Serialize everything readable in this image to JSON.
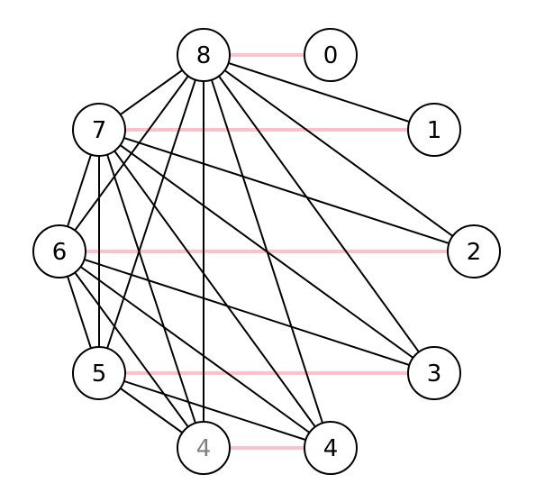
{
  "colors": {
    "black_edge": "#000000",
    "pink_edge": "#ffc0cb",
    "node_fill": "#ffffff",
    "node_stroke": "#000000",
    "label_default": "#000000",
    "label_muted": "#808080"
  },
  "nodes": [
    {
      "id": "n8",
      "label": "8",
      "muted": false
    },
    {
      "id": "n0",
      "label": "0",
      "muted": false
    },
    {
      "id": "n7",
      "label": "7",
      "muted": false
    },
    {
      "id": "n1",
      "label": "1",
      "muted": false
    },
    {
      "id": "n6",
      "label": "6",
      "muted": false
    },
    {
      "id": "n2",
      "label": "2",
      "muted": false
    },
    {
      "id": "n5",
      "label": "5",
      "muted": false
    },
    {
      "id": "n3",
      "label": "3",
      "muted": false
    },
    {
      "id": "n4a",
      "label": "4",
      "muted": true
    },
    {
      "id": "n4b",
      "label": "4",
      "muted": false
    }
  ],
  "edges": [
    {
      "from": "n8",
      "to": "n0",
      "color": "pink"
    },
    {
      "from": "n7",
      "to": "n1",
      "color": "pink"
    },
    {
      "from": "n6",
      "to": "n2",
      "color": "pink"
    },
    {
      "from": "n5",
      "to": "n3",
      "color": "pink"
    },
    {
      "from": "n4a",
      "to": "n4b",
      "color": "pink"
    },
    {
      "from": "n8",
      "to": "n7",
      "color": "black"
    },
    {
      "from": "n8",
      "to": "n6",
      "color": "black"
    },
    {
      "from": "n8",
      "to": "n5",
      "color": "black"
    },
    {
      "from": "n8",
      "to": "n4a",
      "color": "black"
    },
    {
      "from": "n8",
      "to": "n4b",
      "color": "black"
    },
    {
      "from": "n8",
      "to": "n3",
      "color": "black"
    },
    {
      "from": "n8",
      "to": "n2",
      "color": "black"
    },
    {
      "from": "n8",
      "to": "n1",
      "color": "black"
    },
    {
      "from": "n7",
      "to": "n6",
      "color": "black"
    },
    {
      "from": "n7",
      "to": "n5",
      "color": "black"
    },
    {
      "from": "n7",
      "to": "n4a",
      "color": "black"
    },
    {
      "from": "n7",
      "to": "n4b",
      "color": "black"
    },
    {
      "from": "n7",
      "to": "n3",
      "color": "black"
    },
    {
      "from": "n7",
      "to": "n2",
      "color": "black"
    },
    {
      "from": "n6",
      "to": "n5",
      "color": "black"
    },
    {
      "from": "n6",
      "to": "n4a",
      "color": "black"
    },
    {
      "from": "n6",
      "to": "n4b",
      "color": "black"
    },
    {
      "from": "n6",
      "to": "n3",
      "color": "black"
    },
    {
      "from": "n5",
      "to": "n4a",
      "color": "black"
    },
    {
      "from": "n5",
      "to": "n4b",
      "color": "black"
    }
  ]
}
